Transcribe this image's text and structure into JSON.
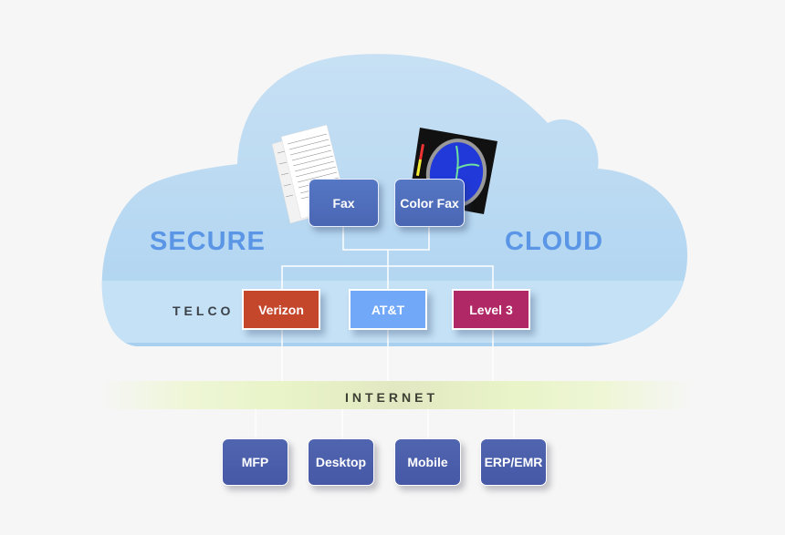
{
  "diagram": {
    "cloud": {
      "left_word": "SECURE",
      "right_word": "CLOUD"
    },
    "services": [
      {
        "label": "Fax",
        "image": "document-pages-icon"
      },
      {
        "label": "Color Fax",
        "image": "color-scan-image"
      }
    ],
    "telco": {
      "label": "TELCO",
      "carriers": [
        {
          "label": "Verizon",
          "color": "#c4472c"
        },
        {
          "label": "AT&T",
          "color": "#72a8f8"
        },
        {
          "label": "Level 3",
          "color": "#b12866"
        }
      ]
    },
    "internet": {
      "label": "INTERNET"
    },
    "endpoints": [
      {
        "label": "MFP"
      },
      {
        "label": "Desktop"
      },
      {
        "label": "Mobile"
      },
      {
        "label": "ERP/EMR"
      }
    ],
    "colors": {
      "cloud_fill": "#b5d7f1",
      "cloud_text": "#5a95e6",
      "node_blue": "#4f6dbd",
      "device_blue": "#4a5ea9",
      "background": "#f6f6f6"
    }
  }
}
